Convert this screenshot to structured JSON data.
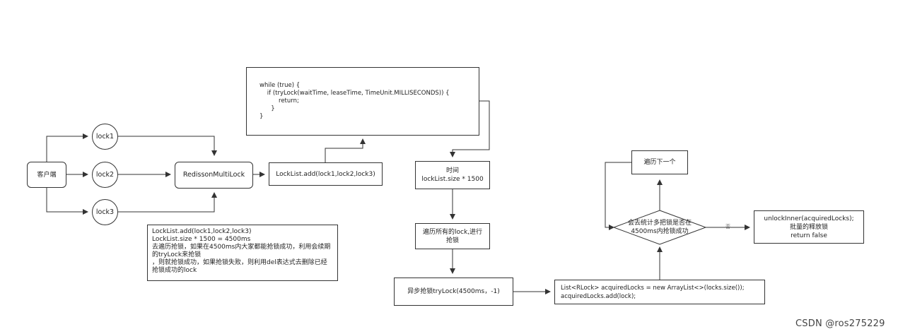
{
  "nodes": {
    "client": "客户端",
    "lock1": "lock1",
    "lock2": "lock2",
    "lock3": "lock3",
    "multilock": "RedissonMultiLock",
    "locklist_add": "LockList.add(lock1,lock2,lock3)",
    "code_block": "while (true) {\n    if (tryLock(waitTime, leaseTime, TimeUnit.MILLISECONDS)) {\n          return;\n      }\n}",
    "note": "LockList.add(lock1,lock2,lock3)\nLockList.size * 1500 = 4500ms\n去遍历抢锁，如果在4500ms内大家都能抢锁成功，利用会续期的tryLock来抢锁\n，则就抢锁成功，如果抢锁失败，则利用del表达式去删除已经抢锁成功的lock",
    "time": "时间\nlockList.size * 1500",
    "traverse": "遍历所有的lock,进行\n抢锁",
    "async_trylock": "异步抢锁tryLock(4500ms，-1)",
    "acquired": "List<RLock> acquiredLocks = new ArrayList<>(locks.size());\n  acquiredLocks.add(lock);",
    "decision": "会去统计多把锁是否在\n4500ms内抢锁成功",
    "next": "遍历下一个",
    "unlock": "unlockInner(acquiredLocks);\n批量的释放锁\nreturn false"
  },
  "edge_labels": {
    "no": "否"
  },
  "watermark": "CSDN @ros275229"
}
